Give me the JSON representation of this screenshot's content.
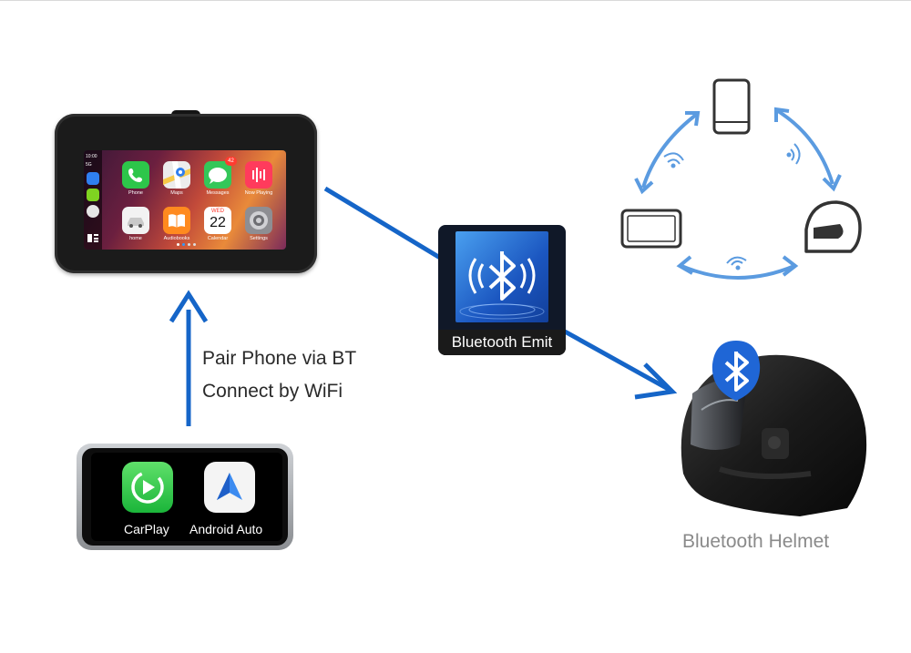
{
  "device": {
    "status": {
      "time": "10:00",
      "signal": "5G"
    },
    "apps": [
      {
        "label": "Phone",
        "color": "#2dc64a"
      },
      {
        "label": "Maps",
        "color": "#eaeaea"
      },
      {
        "label": "Messages",
        "color": "#34c759",
        "badge": "42"
      },
      {
        "label": "Now Playing",
        "color": "#ff3b5c"
      },
      {
        "label": "home",
        "color": "#f2f2f2"
      },
      {
        "label": "Audiobooks",
        "color": "#ff8a1f"
      },
      {
        "label": "Calendar",
        "color": "#ffffff",
        "weekday": "WED",
        "day": "22"
      },
      {
        "label": "Settings",
        "color": "#8e8e93"
      }
    ]
  },
  "phone": {
    "apps": [
      {
        "label": "CarPlay"
      },
      {
        "label": "Android Auto"
      }
    ]
  },
  "bluetooth_tile": {
    "label": "Bluetooth Emit"
  },
  "pair_text": {
    "line1": "Pair Phone via BT",
    "line2": "Connect by WiFi"
  },
  "helmet": {
    "caption": "Bluetooth Helmet"
  },
  "colors": {
    "arrow": "#1565c8",
    "cycle_arrow": "#5b9be0",
    "icon_outline": "#3a3a3a"
  }
}
